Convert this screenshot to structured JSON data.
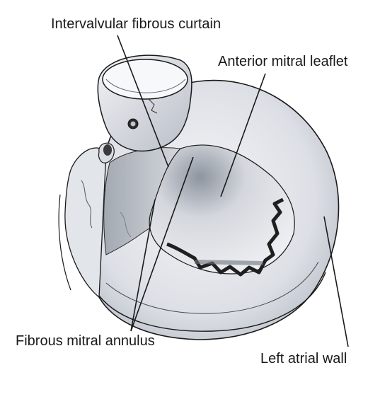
{
  "labels": {
    "intervalvular_fibrous_curtain": "Intervalvular fibrous curtain",
    "anterior_mitral_leaflet": "Anterior mitral leaflet",
    "fibrous_mitral_annulus": "Fibrous mitral annulus",
    "left_atrial_wall": "Left atrial wall"
  },
  "colors": {
    "background": "#ffffff",
    "ink": "#1a1a1a",
    "tissue_light": "#eef0f4",
    "tissue_shade": "#9aa1ab"
  }
}
